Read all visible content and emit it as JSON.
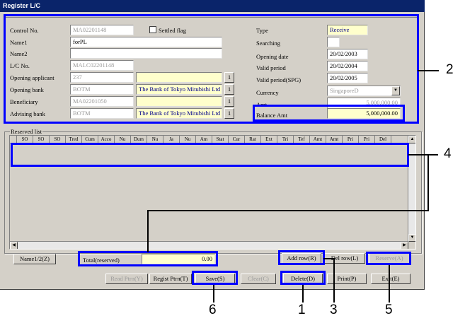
{
  "window": {
    "title": "Register L/C"
  },
  "form": {
    "control_no": {
      "label": "Control No.",
      "value": "MA02201148"
    },
    "settled_flag": {
      "label": "Settled flag"
    },
    "name1": {
      "label": "Name1",
      "value": "forPL"
    },
    "name2": {
      "label": "Name2",
      "value": ""
    },
    "lc_no": {
      "label": "L/C No.",
      "value": "MALC02201148"
    },
    "opening_applicant": {
      "label": "Opening applicant",
      "code": "237",
      "name": ""
    },
    "opening_bank": {
      "label": "Opening bank",
      "code": "BOTM",
      "name": "The Bank of Tokyo Mitubishi Ltd"
    },
    "beneficiary": {
      "label": "Beneficiary",
      "code": "MA02201050",
      "name": ""
    },
    "advising_bank": {
      "label": "Advising bank",
      "code": "BOTM",
      "name": "The Bank of Tokyo Mitubishi Ltd"
    },
    "lookup_label": "1",
    "type": {
      "label": "Type",
      "value": "Receive"
    },
    "searching": {
      "label": "Searching",
      "value": ""
    },
    "opening_date": {
      "label": "Opening date",
      "value": "20/02/2003"
    },
    "valid_period": {
      "label": "Valid period",
      "value": "20/02/2004"
    },
    "valid_period_spg": {
      "label": "Valid period(SPG)",
      "value": "20/02/2005"
    },
    "currency": {
      "label": "Currency",
      "value": "SingaporeD"
    },
    "amt": {
      "label": "Amt",
      "value": "5,000,000.00"
    },
    "balance_amt": {
      "label": "Balance Amt",
      "value": "5,000,000.00"
    }
  },
  "reserved_list": {
    "label": "Reserved list",
    "columns": [
      "",
      "SO",
      "SO",
      "SO",
      "Tred",
      "Cum",
      "Acco",
      "Nu",
      "Dum",
      "Nu",
      "Ja",
      "Nu",
      "Am",
      "Stat",
      "Cur",
      "Rat",
      "Ext",
      "Tri",
      "Tef",
      "Amt",
      "Amt",
      "Pri",
      "Pri",
      "Del"
    ],
    "total_label": "Total(reserved)",
    "total_value": "0.00"
  },
  "buttons": {
    "name12": "Name1/2(Z)",
    "add_row": "Add row(R)",
    "del_row": "Del row(L)",
    "reserve": "Reserve(A)",
    "read_ptrn": "Read Ptrn(Y)",
    "regist_ptrn": "Regist Ptrn(T)",
    "save": "Save(S)",
    "clear": "Clear(C)",
    "delete": "Delete(D)",
    "print": "Print(P)",
    "exit": "Exit(E)"
  },
  "callouts": [
    "1",
    "2",
    "3",
    "4",
    "5",
    "6"
  ],
  "colors": {
    "highlight": "#0000ff",
    "titlebar": "#0a246a",
    "input_yellow": "#ffffcc"
  }
}
